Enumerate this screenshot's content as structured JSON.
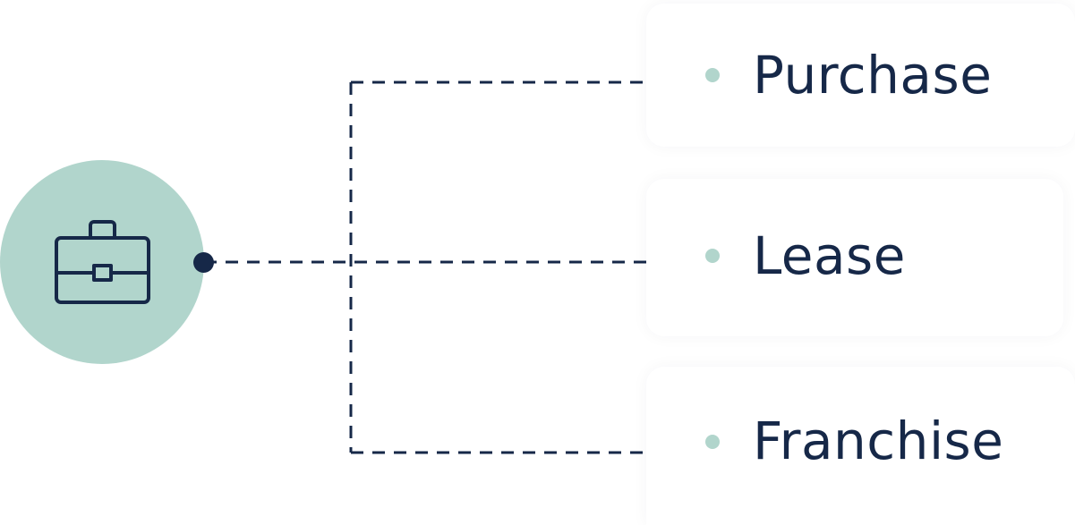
{
  "colors": {
    "accent": "#b1d5cc",
    "navy": "#162848",
    "background": "#ffffff"
  },
  "hub": {
    "icon": "briefcase-icon"
  },
  "options": [
    {
      "label": "Purchase"
    },
    {
      "label": "Lease"
    },
    {
      "label": "Franchise"
    }
  ]
}
